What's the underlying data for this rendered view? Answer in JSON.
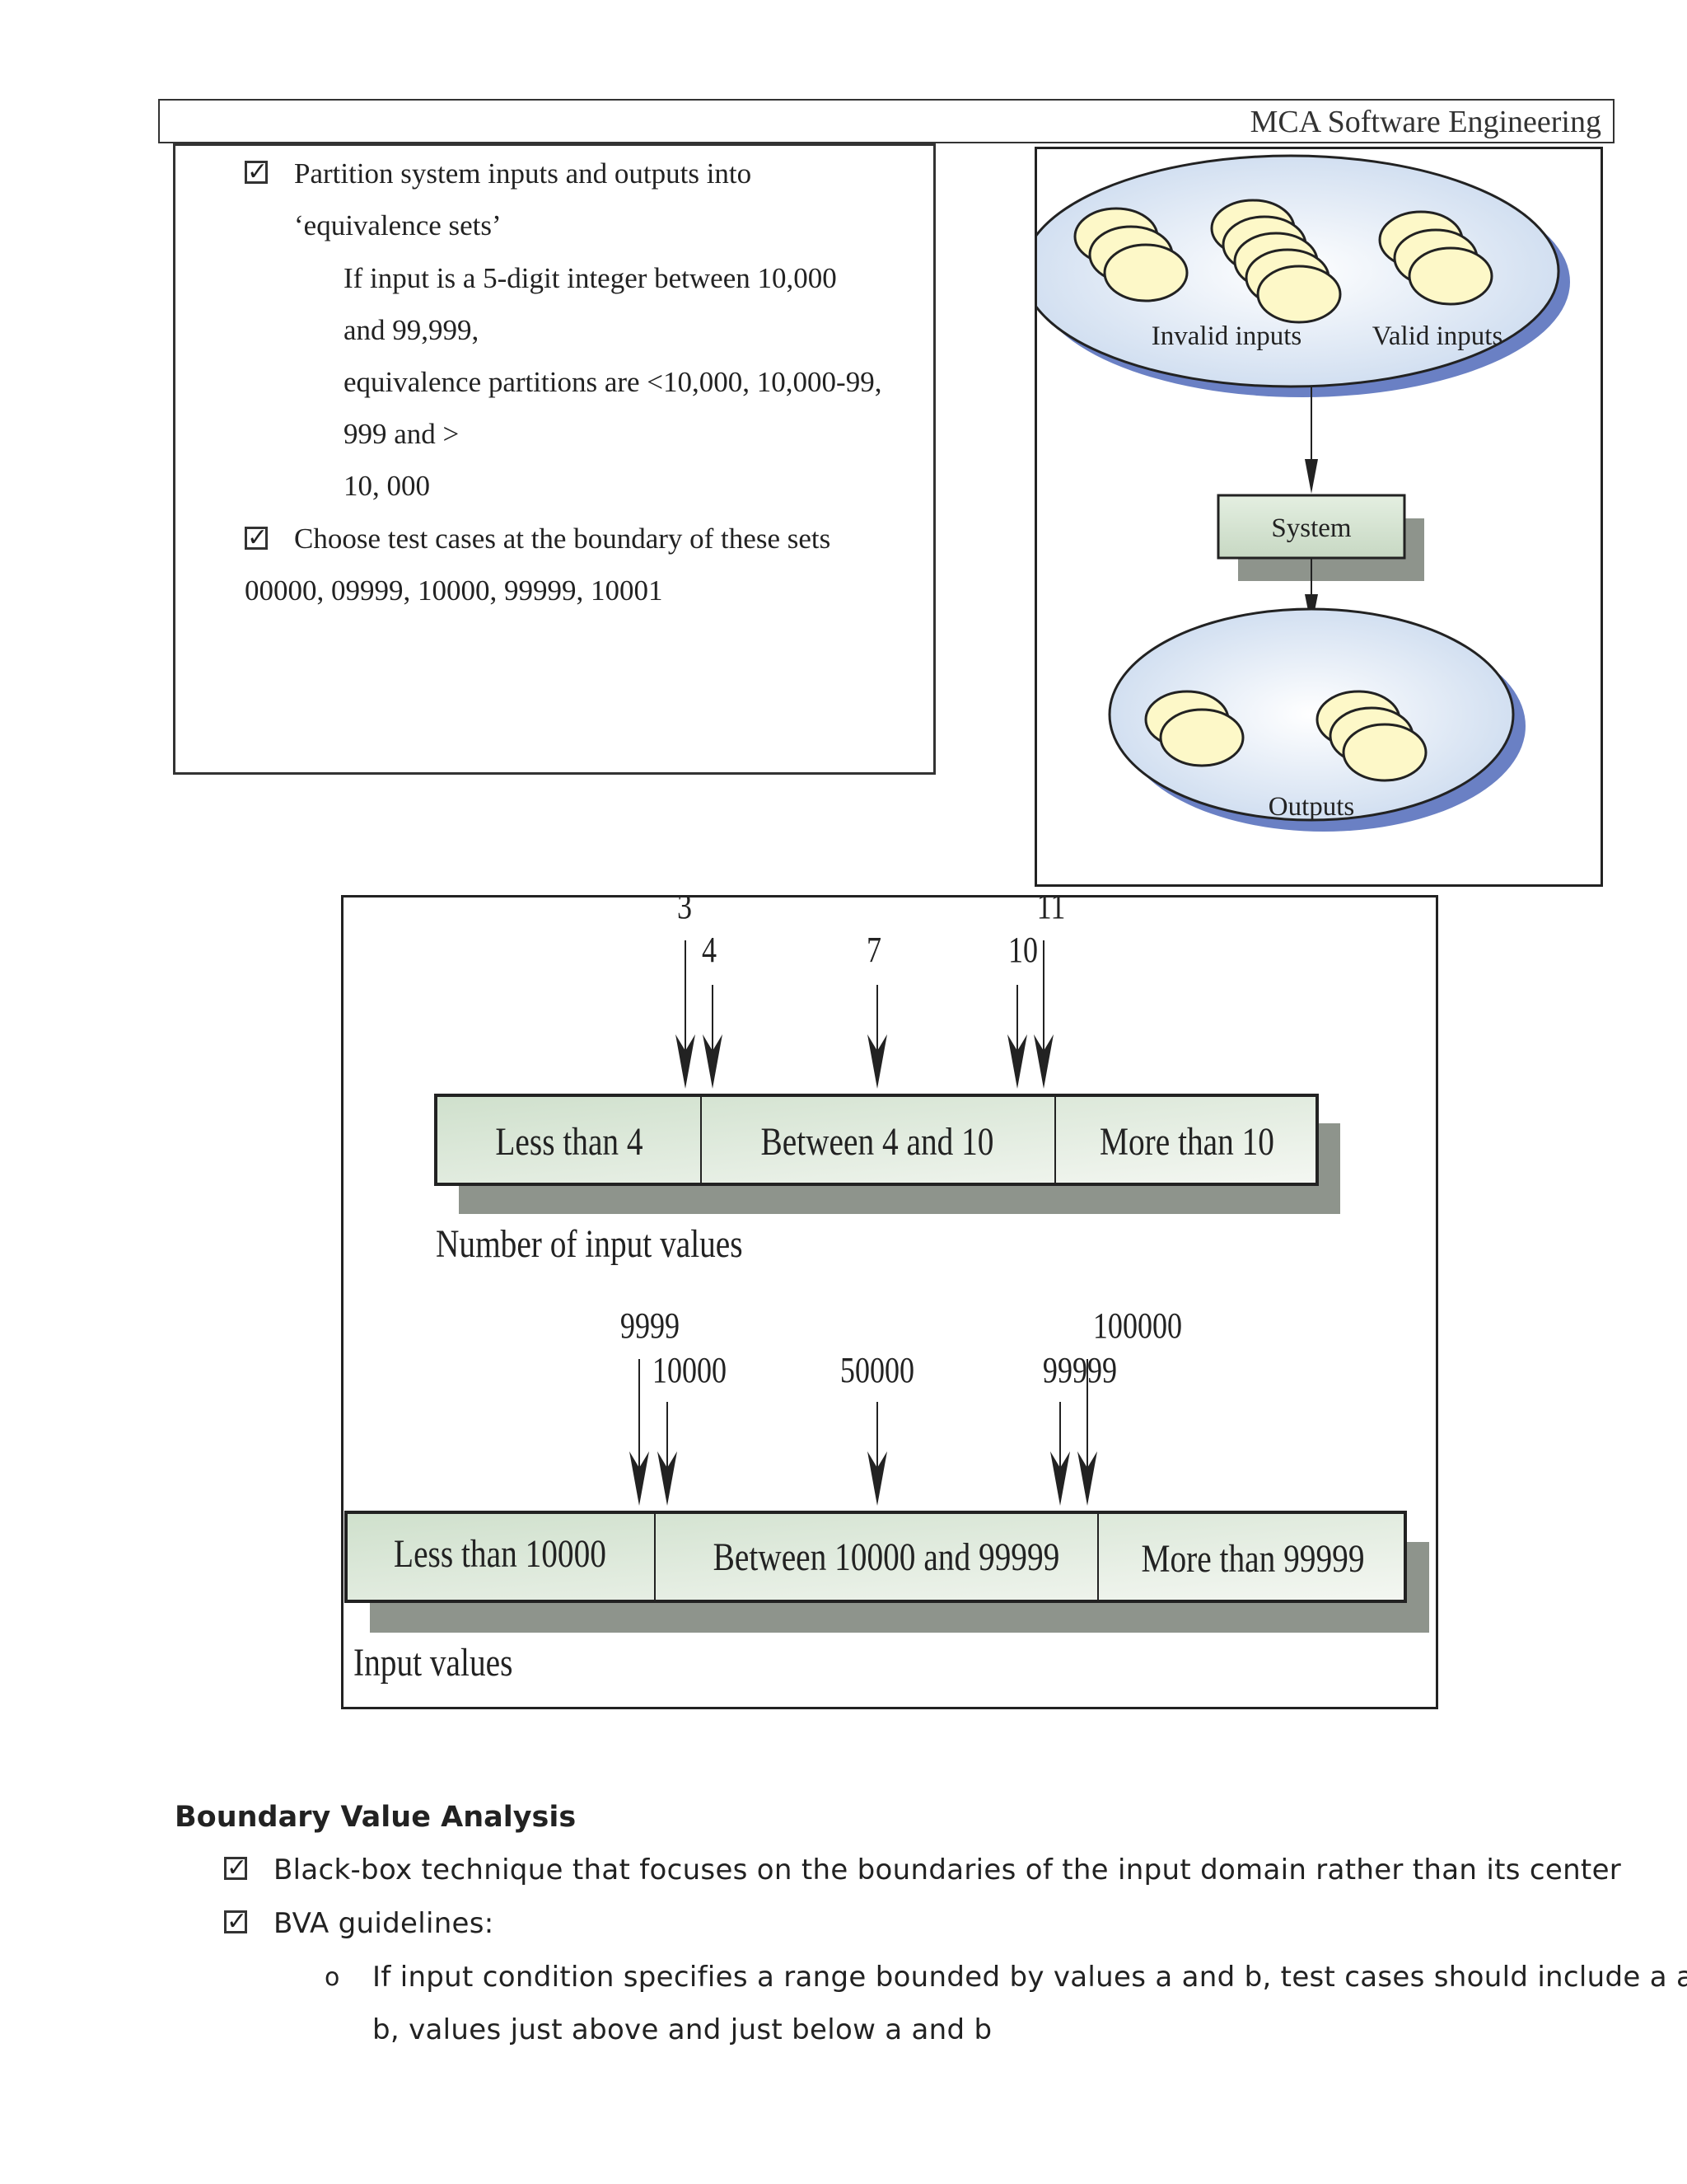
{
  "header": {
    "title": "MCA Software Engineering"
  },
  "equivalence": {
    "bullet1": "Partition system inputs and outputs into",
    "bullet1_cont": "‘equivalence sets’",
    "sub_lines": [
      "If input is a 5-digit integer between 10,000",
      "and 99,999,",
      "equivalence partitions are <10,000, 10,000-99,",
      "999 and >",
      "10, 000"
    ],
    "bullet2": "Choose test cases at the boundary of these sets",
    "test_values": "00000, 09999, 10000, 99999, 10001"
  },
  "diagram": {
    "invalid_label": "Invalid inputs",
    "valid_label": "Valid inputs",
    "system_label": "System",
    "outputs_label": "Outputs"
  },
  "figure": {
    "top": {
      "markers": [
        "3",
        "4",
        "7",
        "10",
        "11"
      ],
      "segments": [
        "Less than 4",
        "Between 4 and 10",
        "More than 10"
      ],
      "caption": "Number of input values"
    },
    "bottom": {
      "markers": [
        "9999",
        "10000",
        "50000",
        "99999",
        "100000"
      ],
      "segments": [
        "Less than 10000",
        "Between 10000 and 99999",
        "More than 99999"
      ],
      "caption": "Input values"
    }
  },
  "bva": {
    "title": "Boundary Value Analysis",
    "bullet1": "Black-box technique that focuses on the boundaries of the input domain rather than its center",
    "bullet2": "BVA guidelines:",
    "sub_bullet_marker": "o",
    "sub_line1": "If input condition specifies a range bounded by values a and b, test cases should include a and",
    "sub_line2": "b, values just above and just below a and b"
  }
}
